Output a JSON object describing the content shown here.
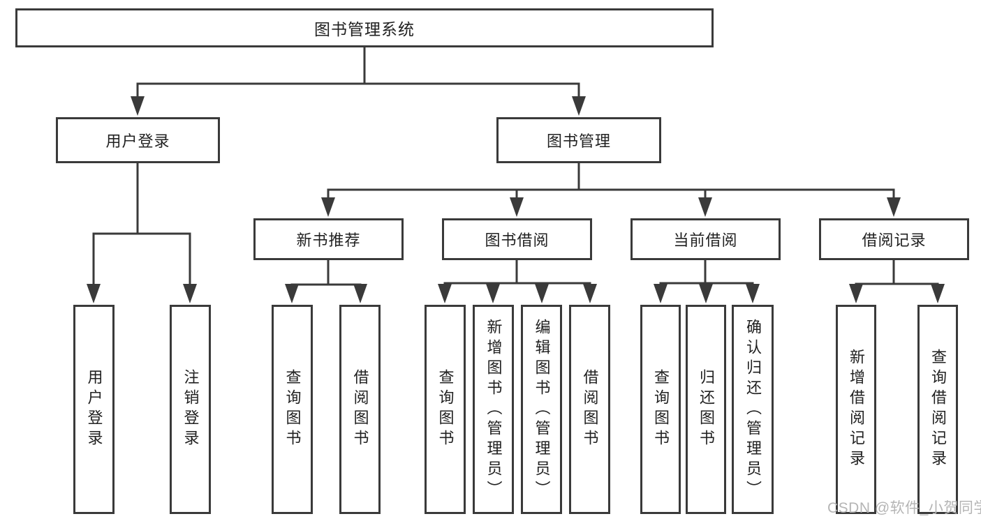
{
  "diagram_title": "图书管理系统",
  "nodes": {
    "root": "图书管理系统",
    "login": "用户登录",
    "mgmt": "图书管理",
    "l3": [
      "新书推荐",
      "图书借阅",
      "当前借阅",
      "借阅记录"
    ],
    "leaves_login": [
      "用户登录",
      "注销登录"
    ],
    "leaves_recommend": [
      "查询图书",
      "借阅图书"
    ],
    "leaves_borrow": [
      "查询图书",
      "新增图书（管理员）",
      "编辑图书（管理员）",
      "借阅图书"
    ],
    "leaves_current": [
      "查询图书",
      "归还图书",
      "确认归还（管理员）"
    ],
    "leaves_record": [
      "新增借阅记录",
      "查询借阅记录"
    ]
  },
  "hierarchy": {
    "图书管理系统": {
      "用户登录": [
        "用户登录",
        "注销登录"
      ],
      "图书管理": {
        "新书推荐": [
          "查询图书",
          "借阅图书"
        ],
        "图书借阅": [
          "查询图书",
          "新增图书（管理员）",
          "编辑图书（管理员）",
          "借阅图书"
        ],
        "当前借阅": [
          "查询图书",
          "归还图书",
          "确认归还（管理员）"
        ],
        "借阅记录": [
          "新增借阅记录",
          "查询借阅记录"
        ]
      }
    }
  },
  "watermark": {
    "text": "CSDN @软件_小贺同学"
  },
  "colors": {
    "line": "#3a3a3a",
    "box_border": "#3a3a3a",
    "text": "#212121",
    "background": "#ffffff",
    "watermark": "#b5b5b5"
  }
}
